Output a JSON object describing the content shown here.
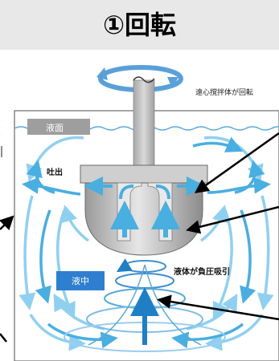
{
  "header": {
    "title": "①回転"
  },
  "diagram": {
    "labels": {
      "rotation": "遠心撹拌体が回転",
      "liquid_surface": "液面",
      "discharge": "吐出",
      "in_liquid": "液中",
      "suction": "液体が負圧吸引"
    },
    "colors": {
      "arrow_light": "#8fd0f0",
      "arrow_mid": "#49aee0",
      "arrow_dark": "#1f7fc4",
      "liquid_box": "#2e7fd0",
      "surface_box": "#9e9e9e",
      "impeller_body": "#bdbdbd",
      "shaft": "#b8b8b8",
      "pointer": "#000000"
    }
  }
}
